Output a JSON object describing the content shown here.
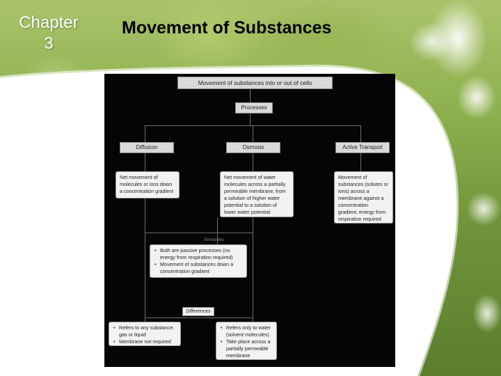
{
  "slide": {
    "chapter": "Chapter 3",
    "chapter_line1": "Chapter",
    "chapter_line2": "3",
    "title": "Movement of Substances"
  },
  "diagram": {
    "title": "Movement of substances into or out of cells",
    "processes": "Processes",
    "nodes": [
      {
        "name": "Diffusion",
        "description": "Net movement of molecules or ions down a concentration gradient"
      },
      {
        "name": "Osmosis",
        "description": "Net movement of water molecules across a partially permeable membrane, from a solution of higher water potential to a solution of lower water potential"
      },
      {
        "name": "Active Transport",
        "description": "Movement of substances (solutes or ions) across a membrane against a concentration gradient; energy from respiration required"
      }
    ],
    "similarities_label": "Similarities",
    "similarities": [
      "Both are passive processes (no energy from respiration required)",
      "Movement of substances down a concentration gradient"
    ],
    "differences_label": "Differences",
    "differences_diffusion": [
      "Refers to any substance, gas or liquid",
      "Membrane not required"
    ],
    "differences_osmosis": [
      "Refers only to water (solvent molecules)",
      "Take place across a partially permeable membrane"
    ]
  },
  "colors": {
    "background_green": "#7fa34a",
    "panel_white": "#ffffff",
    "diagram_bg": "#050505",
    "box_fill": "#f2f2f2"
  }
}
